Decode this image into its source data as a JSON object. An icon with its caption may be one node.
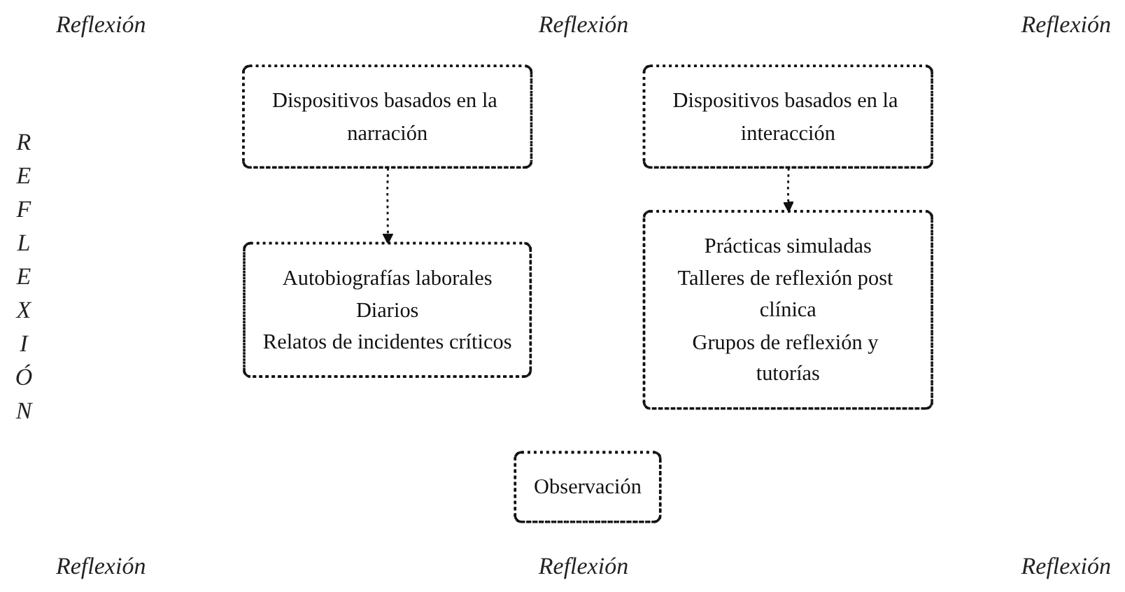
{
  "diagram": {
    "nodes": [
      {
        "text": [
          "Dispositivos basados en la narración"
        ]
      },
      {
        "text": [
          "Autobiografías laborales",
          "Diarios",
          "Relatos de incidentes críticos"
        ]
      },
      {
        "text": [
          "Dispositivos basados en la interacción"
        ]
      },
      {
        "text": [
          "Prácticas simuladas",
          "Talleres de reflexión post clínica",
          "Grupos de reflexión y tutorías"
        ]
      },
      {
        "text": [
          "Observación"
        ]
      }
    ],
    "edges": [
      {
        "from": 0,
        "to": 1,
        "arrow": "to",
        "style": "dashed"
      },
      {
        "from": 2,
        "to": 3,
        "arrow": "to",
        "style": "dashed"
      }
    ],
    "labels": [
      "Reflexión",
      "Reflexión",
      "Reflexión",
      "REFLEXIÓN",
      "Reflexión",
      "Reflexión",
      "Reflexión"
    ]
  }
}
